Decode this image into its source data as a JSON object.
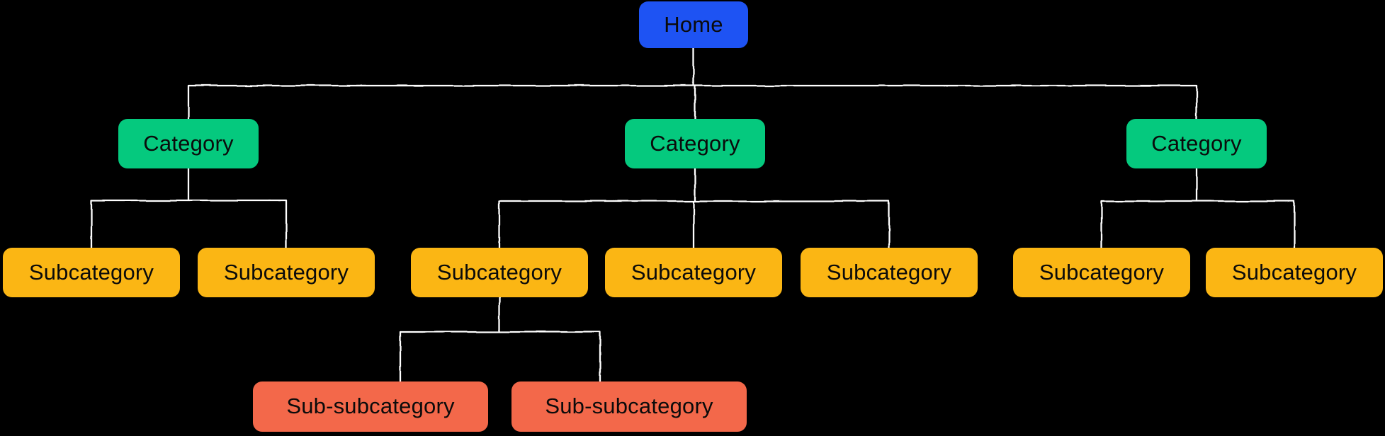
{
  "canvas": {
    "background_color": "#000000",
    "connector_color": "#ffffff"
  },
  "sitemap": {
    "nodes": [
      {
        "id": "home",
        "label": "Home",
        "level": "home",
        "color": "#1e53f3",
        "parent": null
      },
      {
        "id": "category-1",
        "label": "Category",
        "level": "category",
        "color": "#05c97e",
        "parent": "home"
      },
      {
        "id": "category-2",
        "label": "Category",
        "level": "category",
        "color": "#05c97e",
        "parent": "home"
      },
      {
        "id": "category-3",
        "label": "Category",
        "level": "category",
        "color": "#05c97e",
        "parent": "home"
      },
      {
        "id": "subcategory-1a",
        "label": "Subcategory",
        "level": "subcategory",
        "color": "#fbb614",
        "parent": "category-1"
      },
      {
        "id": "subcategory-1b",
        "label": "Subcategory",
        "level": "subcategory",
        "color": "#fbb614",
        "parent": "category-1"
      },
      {
        "id": "subcategory-2a",
        "label": "Subcategory",
        "level": "subcategory",
        "color": "#fbb614",
        "parent": "category-2"
      },
      {
        "id": "subcategory-2b",
        "label": "Subcategory",
        "level": "subcategory",
        "color": "#fbb614",
        "parent": "category-2"
      },
      {
        "id": "subcategory-2c",
        "label": "Subcategory",
        "level": "subcategory",
        "color": "#fbb614",
        "parent": "category-2"
      },
      {
        "id": "subcategory-3a",
        "label": "Subcategory",
        "level": "subcategory",
        "color": "#fbb614",
        "parent": "category-3"
      },
      {
        "id": "subcategory-3b",
        "label": "Subcategory",
        "level": "subcategory",
        "color": "#fbb614",
        "parent": "category-3"
      },
      {
        "id": "sub-subcategory-1",
        "label": "Sub-subcategory",
        "level": "sub-subcategory",
        "color": "#f3684a",
        "parent": "subcategory-2a"
      },
      {
        "id": "sub-subcategory-2",
        "label": "Sub-subcategory",
        "level": "sub-subcategory",
        "color": "#f3684a",
        "parent": "subcategory-2a"
      }
    ]
  }
}
